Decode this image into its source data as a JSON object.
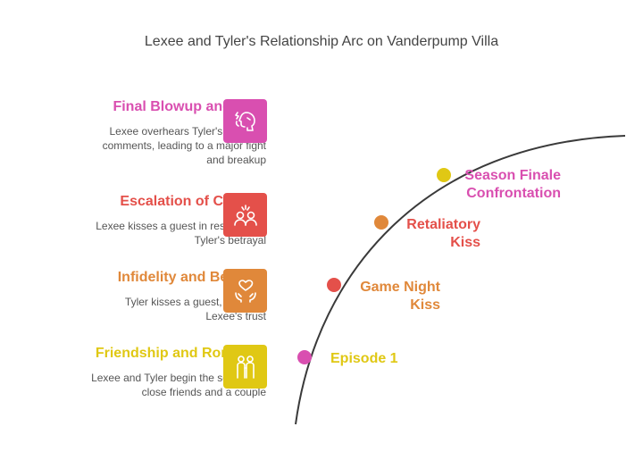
{
  "title": "Lexee and Tyler's Relationship Arc on Vanderpump Villa",
  "stages": [
    {
      "title": "Final Blowup and Split",
      "description": "Lexee overhears Tyler's negative comments, leading to a major fight and breakup",
      "color": "#d94fb0",
      "icon": "angry-face-icon"
    },
    {
      "title": "Escalation of Conflict",
      "description": "Lexee kisses a guest in response to Tyler's betrayal",
      "color": "#e4504a",
      "icon": "couple-conflict-icon"
    },
    {
      "title": "Infidelity and Betrayal",
      "description": "Tyler kisses a guest, breaking Lexee's trust",
      "color": "#e0883a",
      "icon": "heart-hands-icon"
    },
    {
      "title": "Friendship and Romance",
      "description": "Lexee and Tyler begin the season as close friends and a couple",
      "color": "#e0c814",
      "icon": "couple-icon"
    }
  ],
  "events": [
    {
      "line1": "Episode 1",
      "line2": "",
      "color": "#e0c814",
      "dot_color": "#d94fb0"
    },
    {
      "line1": "Game Night",
      "line2": "Kiss",
      "color": "#e0883a",
      "dot_color": "#e4504a"
    },
    {
      "line1": "Retaliatory",
      "line2": "Kiss",
      "color": "#e4504a",
      "dot_color": "#e0883a"
    },
    {
      "line1": "Season Finale",
      "line2": "Confrontation",
      "color": "#d94fb0",
      "dot_color": "#e0c814"
    }
  ]
}
